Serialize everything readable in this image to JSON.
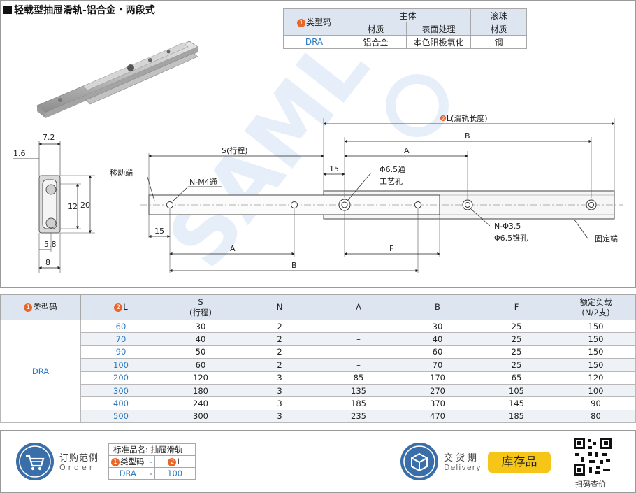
{
  "title": "轻载型抽屉滑轨-铝合金・两段式",
  "spec": {
    "type_code_label": "类型码",
    "main_body": "主体",
    "ball": "滚珠",
    "material": "材质",
    "surface": "表面处理",
    "ball_material": "材质",
    "code": "DRA",
    "main_material": "铝合金",
    "surface_value": "本色阳极氧化",
    "ball_value": "钢"
  },
  "markers": {
    "one": "1",
    "two": "2"
  },
  "drawing": {
    "rail_length": "L(滑轨长度)",
    "stroke": "S(行程)",
    "dim_b": "B",
    "dim_a": "A",
    "dim_f": "F",
    "dim_15_top": "15",
    "dim_15_bottom": "15",
    "moving_end": "移动端",
    "fixed_end": "固定端",
    "nm4": "N-M4通",
    "hole65": "Φ6.5通",
    "process_hole": "工艺孔",
    "n35": "N-Φ3.5",
    "countersink": "Φ6.5锥孔",
    "dim_72": "7.2",
    "dim_16": "1.6",
    "dim_12": "12",
    "dim_20": "20",
    "dim_58": "5.8",
    "dim_8": "8"
  },
  "table": {
    "headers": [
      "类型码",
      "L",
      "S\n(行程)",
      "N",
      "A",
      "B",
      "F",
      "额定负载\n(N/2支)"
    ],
    "type_code": "DRA",
    "rows": [
      [
        "60",
        "30",
        "2",
        "–",
        "30",
        "25",
        "150"
      ],
      [
        "70",
        "40",
        "2",
        "–",
        "40",
        "25",
        "150"
      ],
      [
        "90",
        "50",
        "2",
        "–",
        "60",
        "25",
        "150"
      ],
      [
        "100",
        "60",
        "2",
        "–",
        "70",
        "25",
        "150"
      ],
      [
        "200",
        "120",
        "3",
        "85",
        "170",
        "65",
        "120"
      ],
      [
        "300",
        "180",
        "3",
        "135",
        "270",
        "105",
        "100"
      ],
      [
        "400",
        "240",
        "3",
        "185",
        "370",
        "145",
        "90"
      ],
      [
        "500",
        "300",
        "3",
        "235",
        "470",
        "185",
        "80"
      ]
    ]
  },
  "footer": {
    "order_label": "订购范例",
    "order_sub": "Order",
    "std_name": "标准品名: 抽屉滑轨",
    "type_code": "类型码",
    "dash": "-",
    "l_label": "L",
    "code": "DRA",
    "l_value": "100",
    "delivery_label": "交货期",
    "delivery_sub": "Delivery",
    "stock": "库存品",
    "qr_label": "扫码查价"
  }
}
